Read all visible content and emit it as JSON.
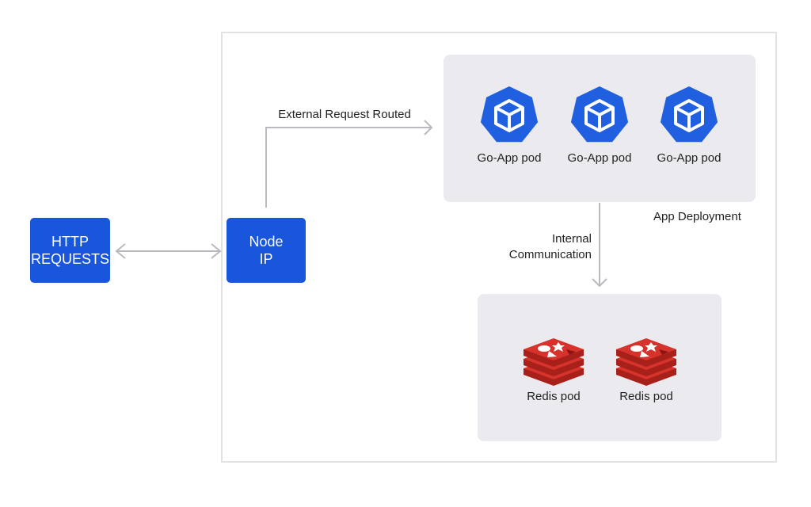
{
  "http_box": {
    "line1": "HTTP",
    "line2": "REQUESTS"
  },
  "node_box": {
    "line1": "Node",
    "line2": "IP"
  },
  "labels": {
    "external_route": "External Request Routed",
    "app_deployment": "App Deployment",
    "internal_line1": "Internal",
    "internal_line2": "Communication"
  },
  "app_pods": [
    {
      "label": "Go-App pod",
      "icon": "kubernetes-pod-icon"
    },
    {
      "label": "Go-App pod",
      "icon": "kubernetes-pod-icon"
    },
    {
      "label": "Go-App pod",
      "icon": "kubernetes-pod-icon"
    }
  ],
  "redis_pods": [
    {
      "label": "Redis pod",
      "icon": "redis-icon"
    },
    {
      "label": "Redis pod",
      "icon": "redis-icon"
    }
  ],
  "colors": {
    "node_blue": "#1a56db",
    "pod_blue": "#1f5fe0",
    "redis_red": "#d6332c",
    "panel_gray": "#ebebef",
    "line_gray": "#b9b9c0"
  }
}
